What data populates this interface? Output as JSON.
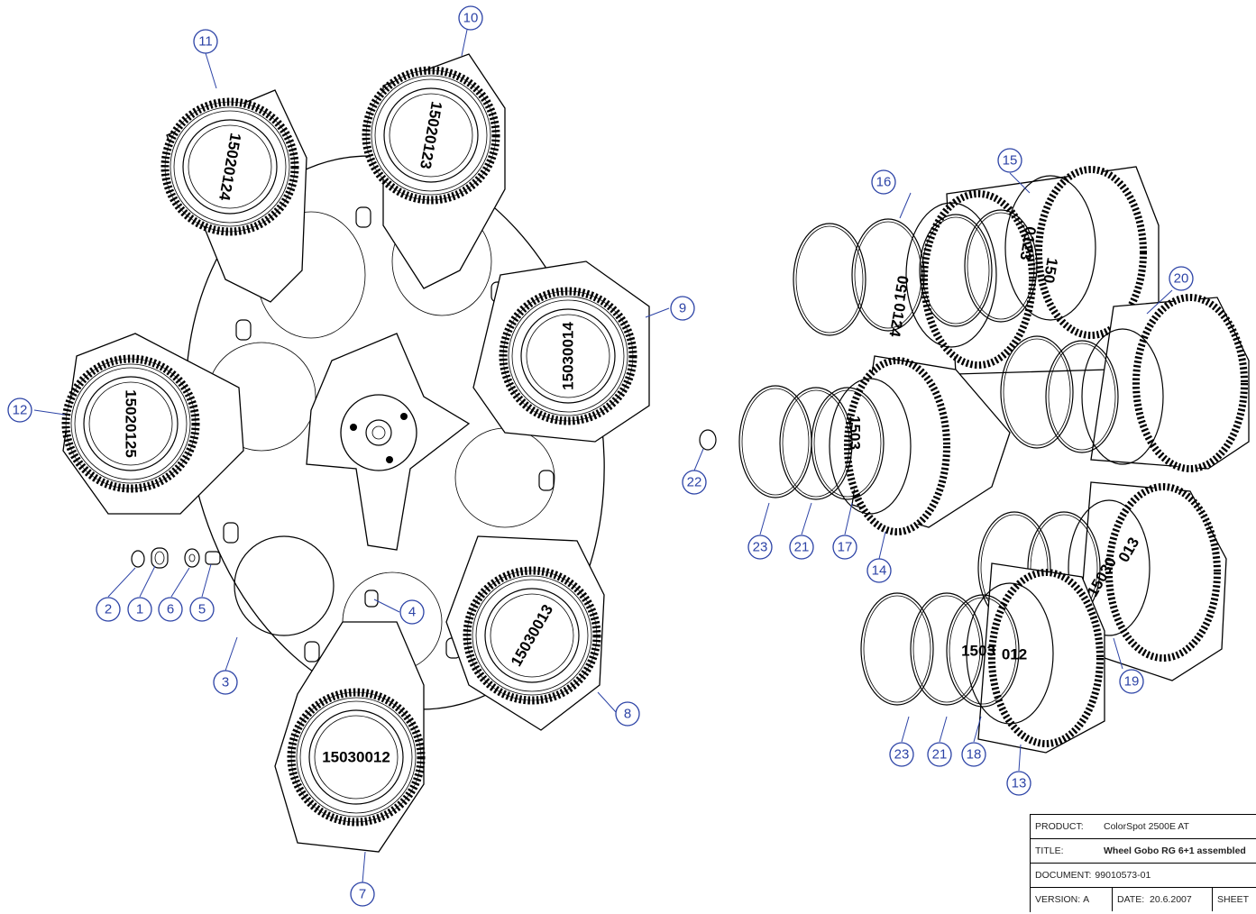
{
  "drawing": {
    "left_wheel_gobos": [
      {
        "id": "gobo-11",
        "engraving": "15020124"
      },
      {
        "id": "gobo-10",
        "engraving": "15020123"
      },
      {
        "id": "gobo-9",
        "engraving": "15030014"
      },
      {
        "id": "gobo-12",
        "engraving": "15020125"
      },
      {
        "id": "gobo-8",
        "engraving": "15030013"
      },
      {
        "id": "gobo-7",
        "engraving": "15030012"
      }
    ],
    "exploded_engravings": {
      "top_left": "150",
      "top_left_b": "0124",
      "top_right": "150",
      "top_right_b": "0123",
      "middle": "1503",
      "lower": "15030",
      "lower_b": "013",
      "bottom": "1503",
      "bottom_b": "012"
    },
    "balloons": [
      "1",
      "2",
      "3",
      "4",
      "5",
      "6",
      "7",
      "8",
      "9",
      "10",
      "11",
      "12",
      "13",
      "14",
      "15",
      "16",
      "17",
      "18",
      "19",
      "20",
      "21",
      "22",
      "23"
    ],
    "balloon_labels": {
      "b1": "1",
      "b2": "2",
      "b3": "3",
      "b4": "4",
      "b5": "5",
      "b6": "6",
      "b7": "7",
      "b8": "8",
      "b9": "9",
      "b10": "10",
      "b11": "11",
      "b12": "12",
      "b13": "13",
      "b14": "14",
      "b15": "15",
      "b16": "16",
      "b17": "17",
      "b18": "18",
      "b19": "19",
      "b20": "20",
      "b21a": "21",
      "b21b": "21",
      "b22": "22",
      "b23a": "23",
      "b23b": "23"
    }
  },
  "title_block": {
    "product_label": "PRODUCT:",
    "product_value": "ColorSpot 2500E AT",
    "title_label": "TITLE:",
    "title_value": "Wheel Gobo RG 6+1 assembled",
    "document_label": "DOCUMENT:",
    "document_value": "99010573-01",
    "version_label": "VERSION:",
    "version_value": "A",
    "date_label": "DATE:",
    "date_value": "20.6.2007",
    "sheet_label": "SHEET"
  },
  "colors": {
    "balloon": "#2c43a6",
    "linework": "#000000"
  }
}
